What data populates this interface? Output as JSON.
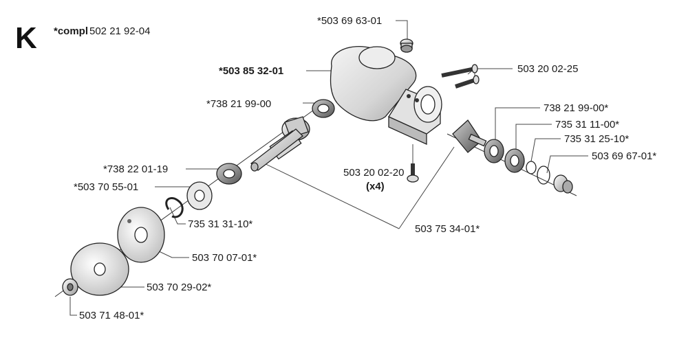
{
  "section_letter": "K",
  "compl_prefix": "*compl",
  "compl_number": "502 21 92-04",
  "labels": {
    "p01": "*503 69 63-01",
    "p02": "*503 85 32-01",
    "p03": "503 20 02-25",
    "p04": "*738 21 99-00",
    "p05": "738 21 99-00*",
    "p06": "735 31 11-00*",
    "p07": "735 31 25-10*",
    "p08": "503 69 67-01*",
    "p09": "*738 22 01-19",
    "p10": "503 20 02-20",
    "p10_qty": "(x4)",
    "p11": "*503 70 55-01",
    "p12": "735 31 31-10*",
    "p13": "503 75 34-01*",
    "p14": "503 70 07-01*",
    "p15": "503 70 29-02*",
    "p16": "503 71 48-01*"
  }
}
